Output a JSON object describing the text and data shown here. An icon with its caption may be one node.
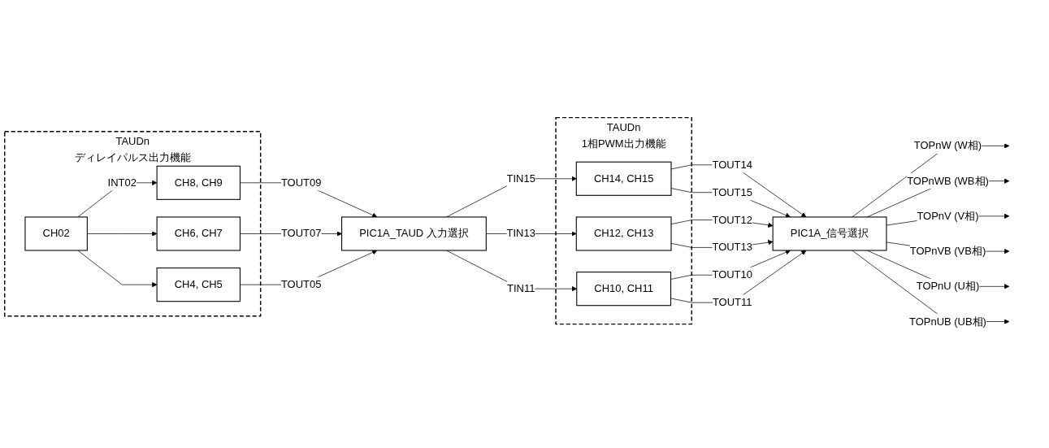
{
  "diagram": {
    "nodes": [
      {
        "text": [
          "TAUDn"
        ],
        "beside": [
          "ディレイパルス出力機能"
        ]
      },
      {
        "text": [
          "CH02"
        ],
        "in": 0
      },
      {
        "text": [
          "CH8, CH9"
        ],
        "in": 0
      },
      {
        "text": [
          "CH6, CH7"
        ],
        "in": 0
      },
      {
        "text": [
          "CH4, CH5"
        ],
        "in": 0
      },
      {
        "text": [
          "PIC1A_TAUD 入力選択"
        ]
      },
      {
        "text": [
          "TAUDn"
        ],
        "beside": [
          "1相PWM出力機能"
        ]
      },
      {
        "text": [
          "CH14, CH15"
        ],
        "in": 6
      },
      {
        "text": [
          "CH12, CH13"
        ],
        "in": 6
      },
      {
        "text": [
          "CH10, CH11"
        ],
        "in": 6
      },
      {
        "text": [
          "PIC1A_信号選択"
        ]
      }
    ],
    "edges": [
      {
        "from": 1,
        "to": 2,
        "arrow": "to",
        "label": "INT02"
      },
      {
        "from": 1,
        "to": 3,
        "arrow": "to"
      },
      {
        "from": 1,
        "to": 4,
        "arrow": "to"
      },
      {
        "from": 2,
        "to": 5,
        "arrow": "to",
        "label": "TOUT09"
      },
      {
        "from": 3,
        "to": 5,
        "arrow": "to",
        "label": "TOUT07"
      },
      {
        "from": 4,
        "to": 5,
        "arrow": "to",
        "label": "TOUT05"
      },
      {
        "from": 5,
        "to": 7,
        "arrow": "to",
        "label": "TIN15"
      },
      {
        "from": 5,
        "to": 8,
        "arrow": "to",
        "label": "TIN13"
      },
      {
        "from": 5,
        "to": 9,
        "arrow": "to",
        "label": "TIN11"
      },
      {
        "from": 7,
        "to": 10,
        "arrow": "to",
        "label": "TOUT14"
      },
      {
        "from": 7,
        "to": 10,
        "arrow": "to",
        "label": "TOUT15"
      },
      {
        "from": 8,
        "to": 10,
        "arrow": "to",
        "label": "TOUT12"
      },
      {
        "from": 8,
        "to": 10,
        "arrow": "to",
        "label": "TOUT13"
      },
      {
        "from": 9,
        "to": 10,
        "arrow": "to",
        "label": "TOUT10"
      },
      {
        "from": 9,
        "to": 10,
        "arrow": "to",
        "label": "TOUT11"
      },
      {
        "from": 10,
        "to": null,
        "arrow": "to",
        "label": "TOPnW (W相)"
      },
      {
        "from": 10,
        "to": null,
        "arrow": "to",
        "label": "TOPnWB (WB相)"
      },
      {
        "from": 10,
        "to": null,
        "arrow": "to",
        "label": "TOPnV (V相)"
      },
      {
        "from": 10,
        "to": null,
        "arrow": "to",
        "label": "TOPnVB (VB相)"
      },
      {
        "from": 10,
        "to": null,
        "arrow": "to",
        "label": "TOPnU (U相)"
      },
      {
        "from": 10,
        "to": null,
        "arrow": "to",
        "label": "TOPnUB (UB相)"
      }
    ]
  }
}
